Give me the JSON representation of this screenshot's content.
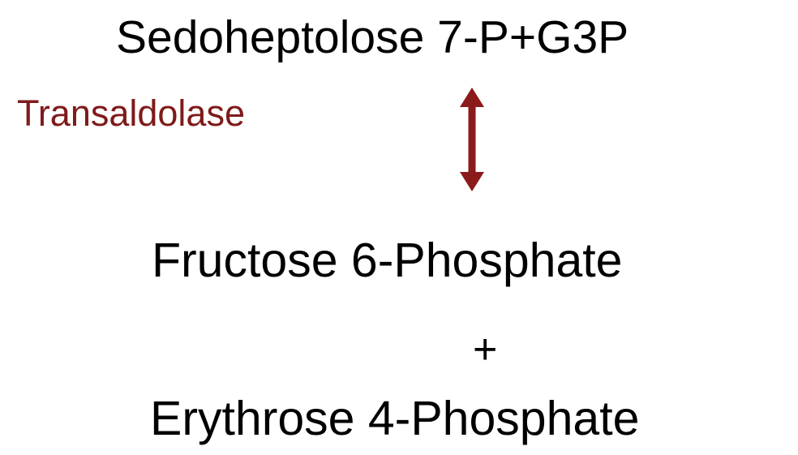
{
  "reaction": {
    "reactants": "Sedoheptolose 7-P+G3P",
    "enzyme": "Transaldolase",
    "product_1": "Fructose 6-Phosphate",
    "plus": "+",
    "product_2": "Erythrose 4-Phosphate"
  },
  "colors": {
    "text": "#000000",
    "enzyme": "#7f1a1a",
    "arrow": "#8b1a1a"
  },
  "icons": {
    "arrow": "double-headed-vertical-arrow"
  }
}
